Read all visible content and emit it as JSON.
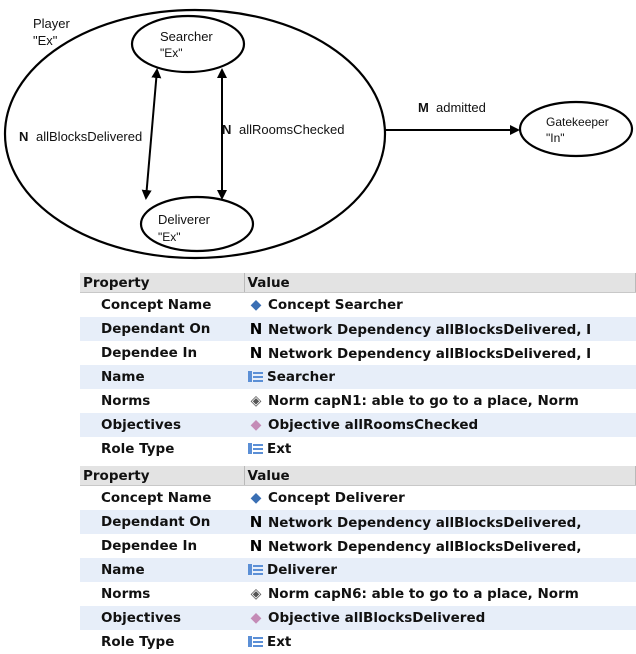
{
  "diagram": {
    "player_label": "Player",
    "player_type": "\"Ex\"",
    "searcher_label": "Searcher",
    "searcher_type": "\"Ex\"",
    "deliverer_label": "Deliverer",
    "deliverer_type": "\"Ex\"",
    "gatekeeper_label": "Gatekeeper",
    "gatekeeper_type": "\"In\"",
    "edge_left_mark": "N",
    "edge_left_label": "allBlocksDelivered",
    "edge_right_mark": "N",
    "edge_right_label": "allRoomsChecked",
    "edge_out_mark": "M",
    "edge_out_label": "admitted"
  },
  "tables": [
    {
      "header_property": "Property",
      "header_value": "Value",
      "rows": [
        {
          "property": "Concept Name",
          "icon": "concept-icon",
          "value": "Concept Searcher"
        },
        {
          "property": "Dependant On",
          "icon": "network-icon",
          "value": "Network Dependency allBlocksDelivered, I"
        },
        {
          "property": "Dependee In",
          "icon": "network-icon",
          "value": "Network Dependency allBlocksDelivered, I"
        },
        {
          "property": "Name",
          "icon": "list-icon",
          "value": "Searcher"
        },
        {
          "property": "Norms",
          "icon": "norm-icon",
          "value": "Norm capN1: able to go to a place, Norm"
        },
        {
          "property": "Objectives",
          "icon": "objective-icon",
          "value": "Objective allRoomsChecked"
        },
        {
          "property": "Role Type",
          "icon": "list-icon",
          "value": "Ext"
        }
      ]
    },
    {
      "header_property": "Property",
      "header_value": "Value",
      "rows": [
        {
          "property": "Concept Name",
          "icon": "concept-icon",
          "value": "Concept Deliverer"
        },
        {
          "property": "Dependant On",
          "icon": "network-icon",
          "value": "Network Dependency allBlocksDelivered,"
        },
        {
          "property": "Dependee In",
          "icon": "network-icon",
          "value": "Network Dependency allBlocksDelivered,"
        },
        {
          "property": "Name",
          "icon": "list-icon",
          "value": "Deliverer"
        },
        {
          "property": "Norms",
          "icon": "norm-icon",
          "value": "Norm capN6: able to go to a place, Norm"
        },
        {
          "property": "Objectives",
          "icon": "objective-icon",
          "value": "Objective allBlocksDelivered"
        },
        {
          "property": "Role Type",
          "icon": "list-icon",
          "value": "Ext"
        }
      ]
    }
  ],
  "colors": {
    "header_bg": "#e3e3e3",
    "row_alt_bg": "#e7eef9",
    "concept_icon": "#3a6fb4",
    "objective_icon": "#c48bb7"
  }
}
